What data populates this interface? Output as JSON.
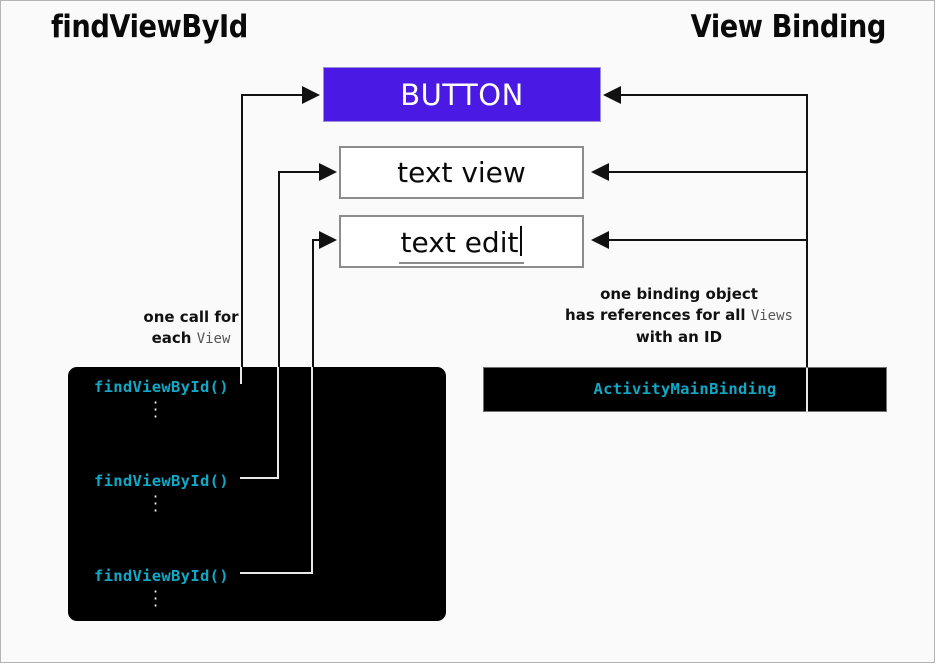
{
  "headings": {
    "left": "findViewById",
    "right": "View Binding"
  },
  "widgets": {
    "button": {
      "label": "BUTTON",
      "bg_color": "#4A1AE4",
      "text_color": "#ffffff"
    },
    "text_view": {
      "label": "text view",
      "bg_color": "#ffffff",
      "text_color": "#0a0a0a"
    },
    "text_edit": {
      "label": "text edit",
      "bg_color": "#ffffff",
      "text_color": "#0a0a0a",
      "has_caret": true
    }
  },
  "captions": {
    "left": {
      "line1": "one call for",
      "line2_bold": "each",
      "line2_mono": "View"
    },
    "right": {
      "line1": "one binding object",
      "line2_bold": "has references for all",
      "line2_mono": "Views",
      "line3": "with an ID"
    }
  },
  "code": {
    "left_panel": {
      "lines": [
        "findViewById()",
        "findViewById()",
        "findViewById()"
      ],
      "ellipsis": "⋮",
      "text_color": "#11A8C6",
      "bg_color": "#000000"
    },
    "right_panel": {
      "line": "ActivityMainBinding",
      "text_color": "#11A8C6",
      "bg_color": "#000000"
    }
  },
  "colors": {
    "canvas_bg": "#fafafa",
    "border": "#b4b4b4",
    "connector": "#111111",
    "accent_purple": "#4A1AE4",
    "accent_cyan": "#11A8C6"
  }
}
